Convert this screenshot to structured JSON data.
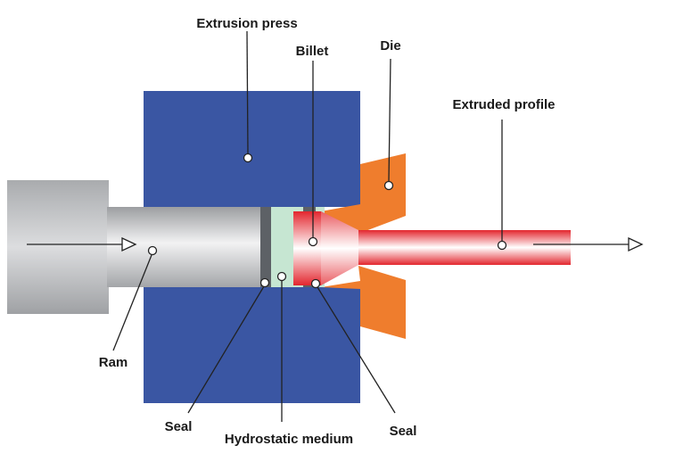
{
  "labels": {
    "extrusion_press": "Extrusion press",
    "billet": "Billet",
    "die": "Die",
    "extruded_profile": "Extruded profile",
    "ram": "Ram",
    "seal_left": "Seal",
    "hydrostatic_medium": "Hydrostatic medium",
    "seal_right": "Seal"
  },
  "colors": {
    "press": "#3a56a3",
    "die": "#ef7d2d",
    "ram": "#c4c5c7",
    "seal": "#5d6166",
    "medium": "#c6e6d2",
    "billet": "#e8333b"
  }
}
